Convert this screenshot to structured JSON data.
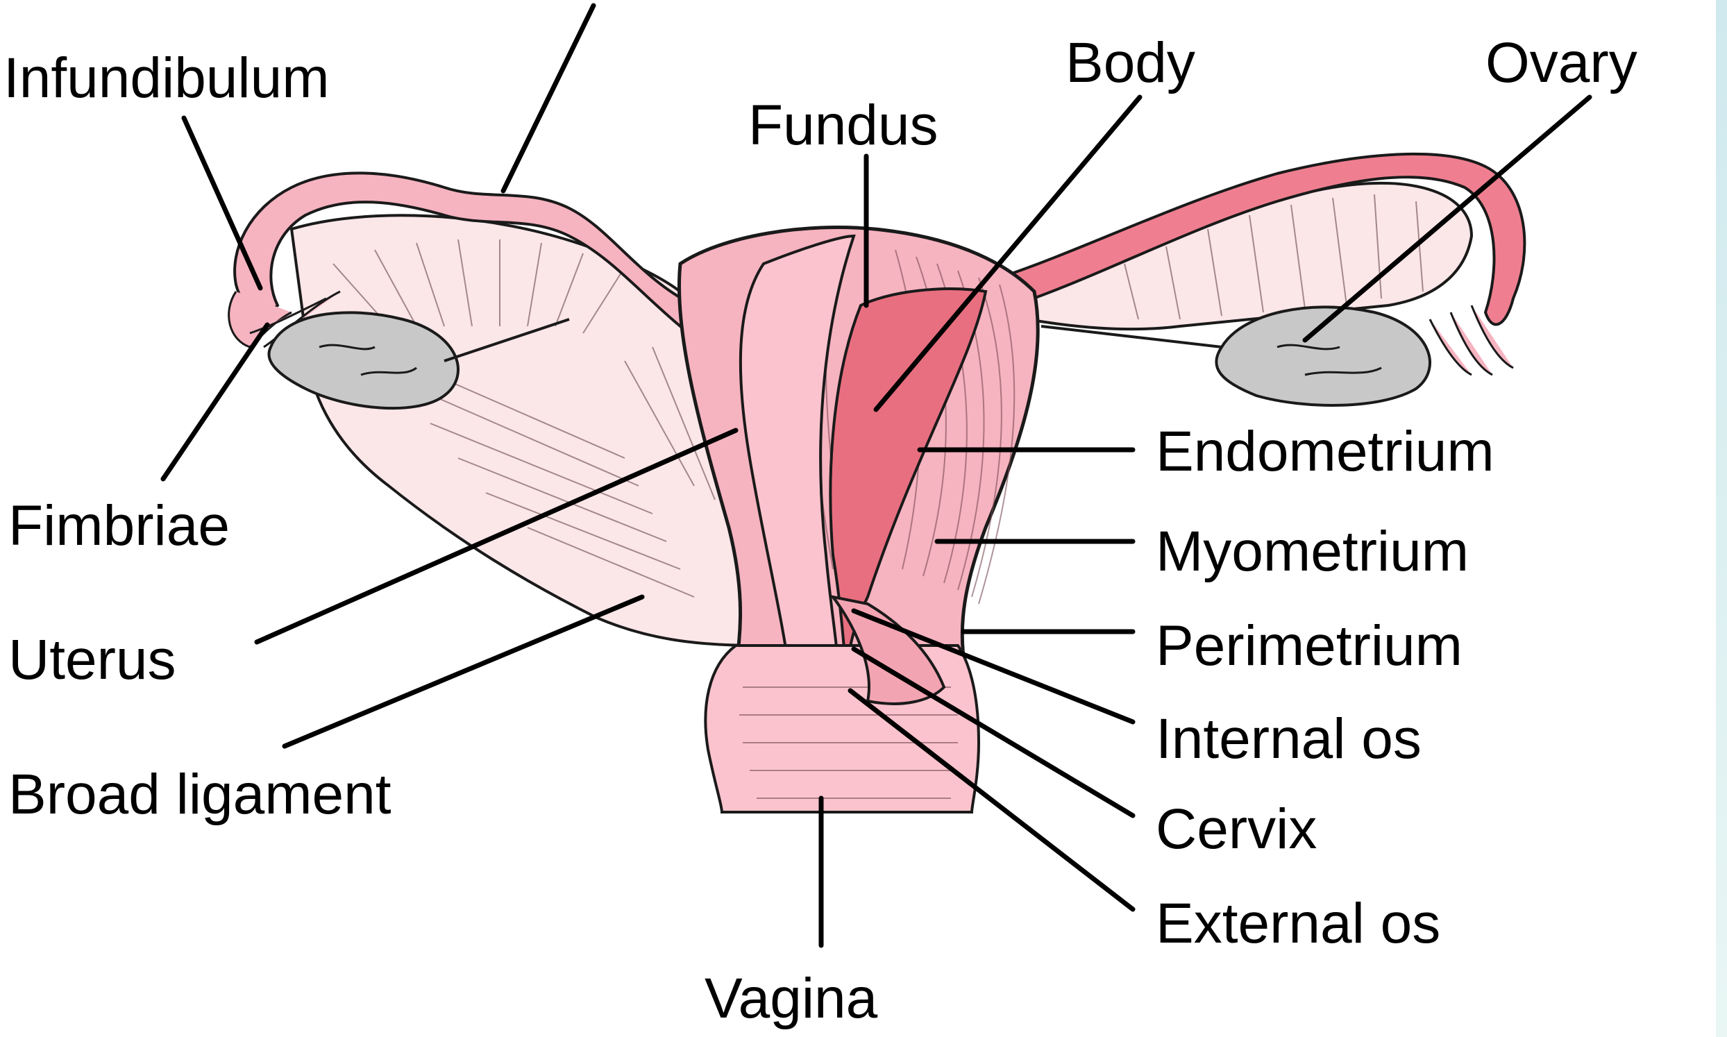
{
  "labels": {
    "infundibulum": "Infundibulum",
    "fundus": "Fundus",
    "body": "Body",
    "ovary": "Ovary",
    "fimbriae": "Fimbriae",
    "uterus": "Uterus",
    "broad_ligament": "Broad ligament",
    "endometrium": "Endometrium",
    "myometrium": "Myometrium",
    "perimetrium": "Perimetrium",
    "internal_os": "Internal os",
    "cervix": "Cervix",
    "external_os": "External os",
    "vagina": "Vagina"
  },
  "colors": {
    "tissue_light": "#f7d3d8",
    "ligament": "#fbe6e8",
    "uterus_wall": "#f6b3c0",
    "uterus_cavity": "#e86f80",
    "tube_dark": "#ef7f90",
    "ovary": "#c8c8c8",
    "outline": "#1a1a1a"
  }
}
